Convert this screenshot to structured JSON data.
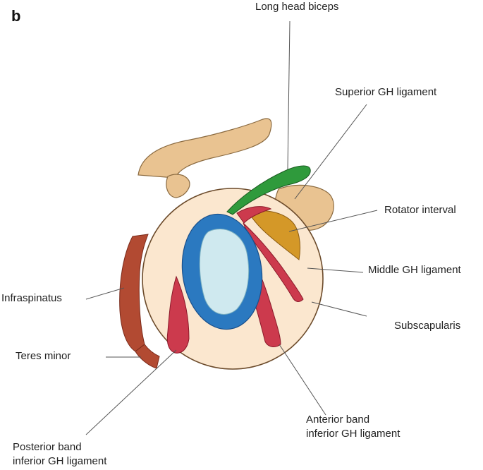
{
  "figure": {
    "panel_label": "b"
  },
  "labels": {
    "long_head_biceps": "Long head biceps",
    "superior_gh_ligament": "Superior GH ligament",
    "rotator_interval": "Rotator interval",
    "middle_gh_ligament": "Middle GH ligament",
    "subscapularis": "Subscapularis",
    "infraspinatus": "Infraspinatus",
    "teres_minor": "Teres minor",
    "anterior_band_line1": "Anterior band",
    "anterior_band_line2": "inferior GH ligament",
    "posterior_band_line1": "Posterior band",
    "posterior_band_line2": "inferior GH ligament"
  },
  "colors": {
    "bone": "#e9c391",
    "glenoid_rim": "#fbe7cf",
    "labrum": "#2b79c0",
    "glenoid_face": "#cfe9ef",
    "biceps": "#2f9a3c",
    "ligament": "#cc3a4d",
    "rotator_interval": "#d49828",
    "muscle": "#b24a32",
    "leader": "#555555"
  }
}
